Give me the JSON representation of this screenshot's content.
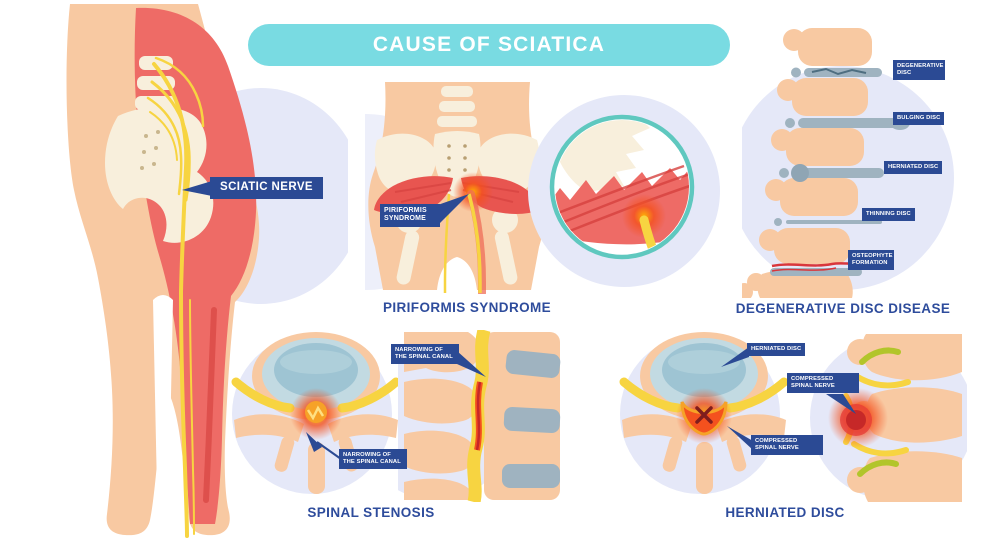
{
  "title": "CAUSE OF SCIATICA",
  "panels": {
    "sciatic_nerve": {
      "label": "SCIATIC NERVE"
    },
    "piriformis": {
      "caption": "PIRIFORMIS SYNDROME",
      "label": "PIRIFORMIS SYNDROME"
    },
    "degenerative": {
      "caption": "DEGENERATIVE DISC DISEASE",
      "labels": [
        "DEGENERATIVE DISC",
        "BULGING DISC",
        "HERNIATED DISC",
        "THINNING DISC",
        "OSTEOPHYTE FORMATION"
      ]
    },
    "stenosis": {
      "caption": "SPINAL STENOSIS",
      "label_canal_sagittal": "NARROWING OF THE SPINAL CANAL",
      "label_canal_axial": "NARROWING OF THE SPINAL CANAL"
    },
    "herniated": {
      "caption": "HERNIATED DISC",
      "label_disc": "HERNIATED DISC",
      "label_nerve_sagittal": "COMPRESSED SPINAL NERVE",
      "label_nerve_axial": "COMPRESSED SPINAL NERVE"
    }
  },
  "colors": {
    "banner_teal": "#79DBE2",
    "label_navy": "#2B4A94",
    "caption_navy": "#2E4C9C",
    "skin": "#F8C9A2",
    "muscle_red": "#EE6B66",
    "deep_red": "#D6423F",
    "bone_cream": "#F8EFDC",
    "nerve_yellow": "#F7D441",
    "background_lavender": "#E5E8F8",
    "disc_gray": "#9FB3C0",
    "inset_ring_teal": "#5FC8BF",
    "disc_blue": "#9EC4D3",
    "inflammation_orange": "#F6A227",
    "inflammation_red": "#F4511E"
  }
}
